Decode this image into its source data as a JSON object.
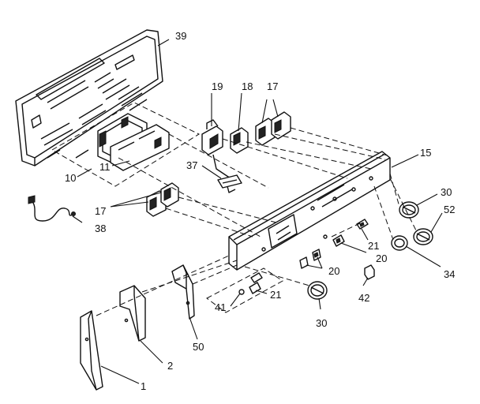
{
  "callouts": {
    "p1": "1",
    "p2": "2",
    "p10": "10",
    "p11": "11",
    "p15": "15",
    "p17a": "17",
    "p17b": "17",
    "p18": "18",
    "p19": "19",
    "p20a": "20",
    "p20b": "20",
    "p21a": "21",
    "p21b": "21",
    "p30a": "30",
    "p30b": "30",
    "p34": "34",
    "p37": "37",
    "p38": "38",
    "p39": "39",
    "p41": "41",
    "p42": "42",
    "p50": "50",
    "p52": "52"
  }
}
